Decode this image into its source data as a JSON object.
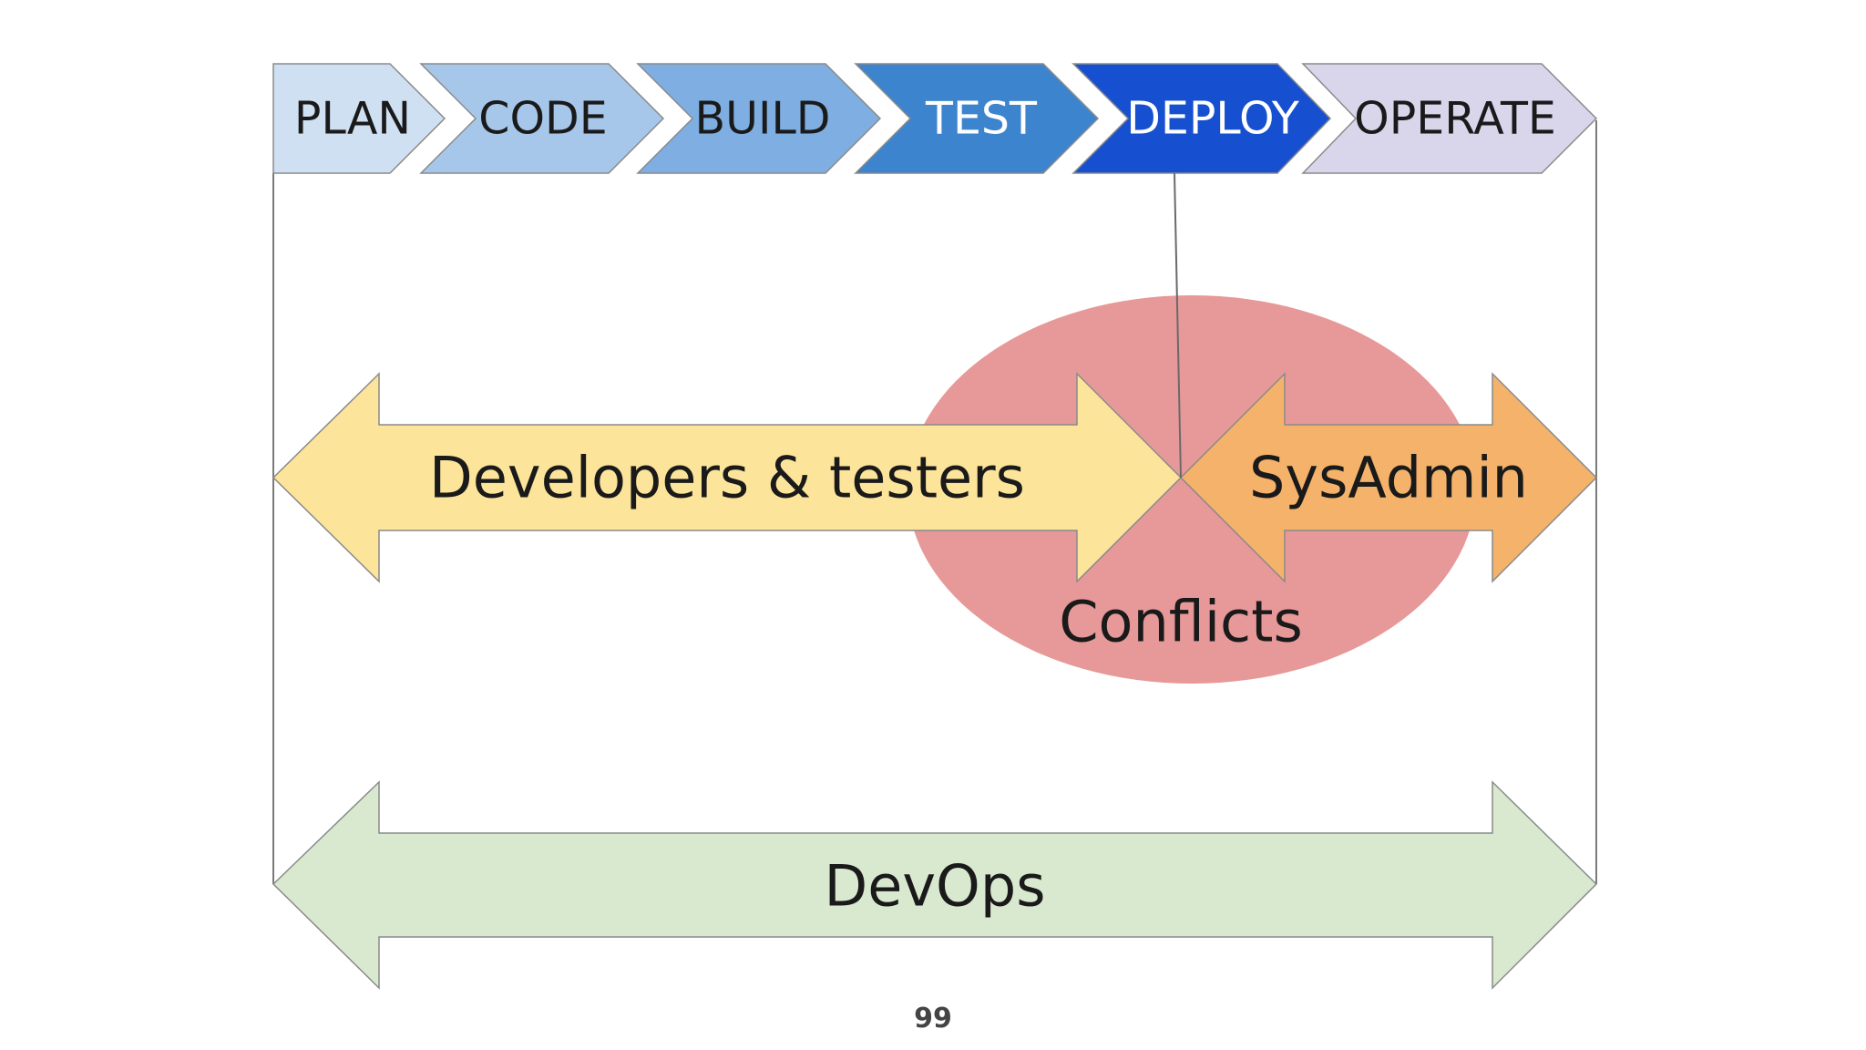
{
  "stages": [
    {
      "label": "PLAN",
      "fill": "#cfe0f3",
      "text": "#1a1a1a"
    },
    {
      "label": "CODE",
      "fill": "#a7c7ea",
      "text": "#1a1a1a"
    },
    {
      "label": "BUILD",
      "fill": "#7eaee2",
      "text": "#1a1a1a"
    },
    {
      "label": "TEST",
      "fill": "#3d84cf",
      "text": "#ffffff"
    },
    {
      "label": "DEPLOY",
      "fill": "#1650d0",
      "text": "#ffffff"
    },
    {
      "label": "OPERATE",
      "fill": "#d9d6ec",
      "text": "#1a1a1a"
    }
  ],
  "arrows": {
    "developers": {
      "label": "Developers & testers",
      "fill": "#fde49b"
    },
    "sysadmin": {
      "label": "SysAdmin",
      "fill": "#f4b26a"
    },
    "devops": {
      "label": "DevOps",
      "fill": "#d9e9cf"
    }
  },
  "conflicts": {
    "label": "Conflicts",
    "fill": "#e79898"
  },
  "page_number": "99"
}
